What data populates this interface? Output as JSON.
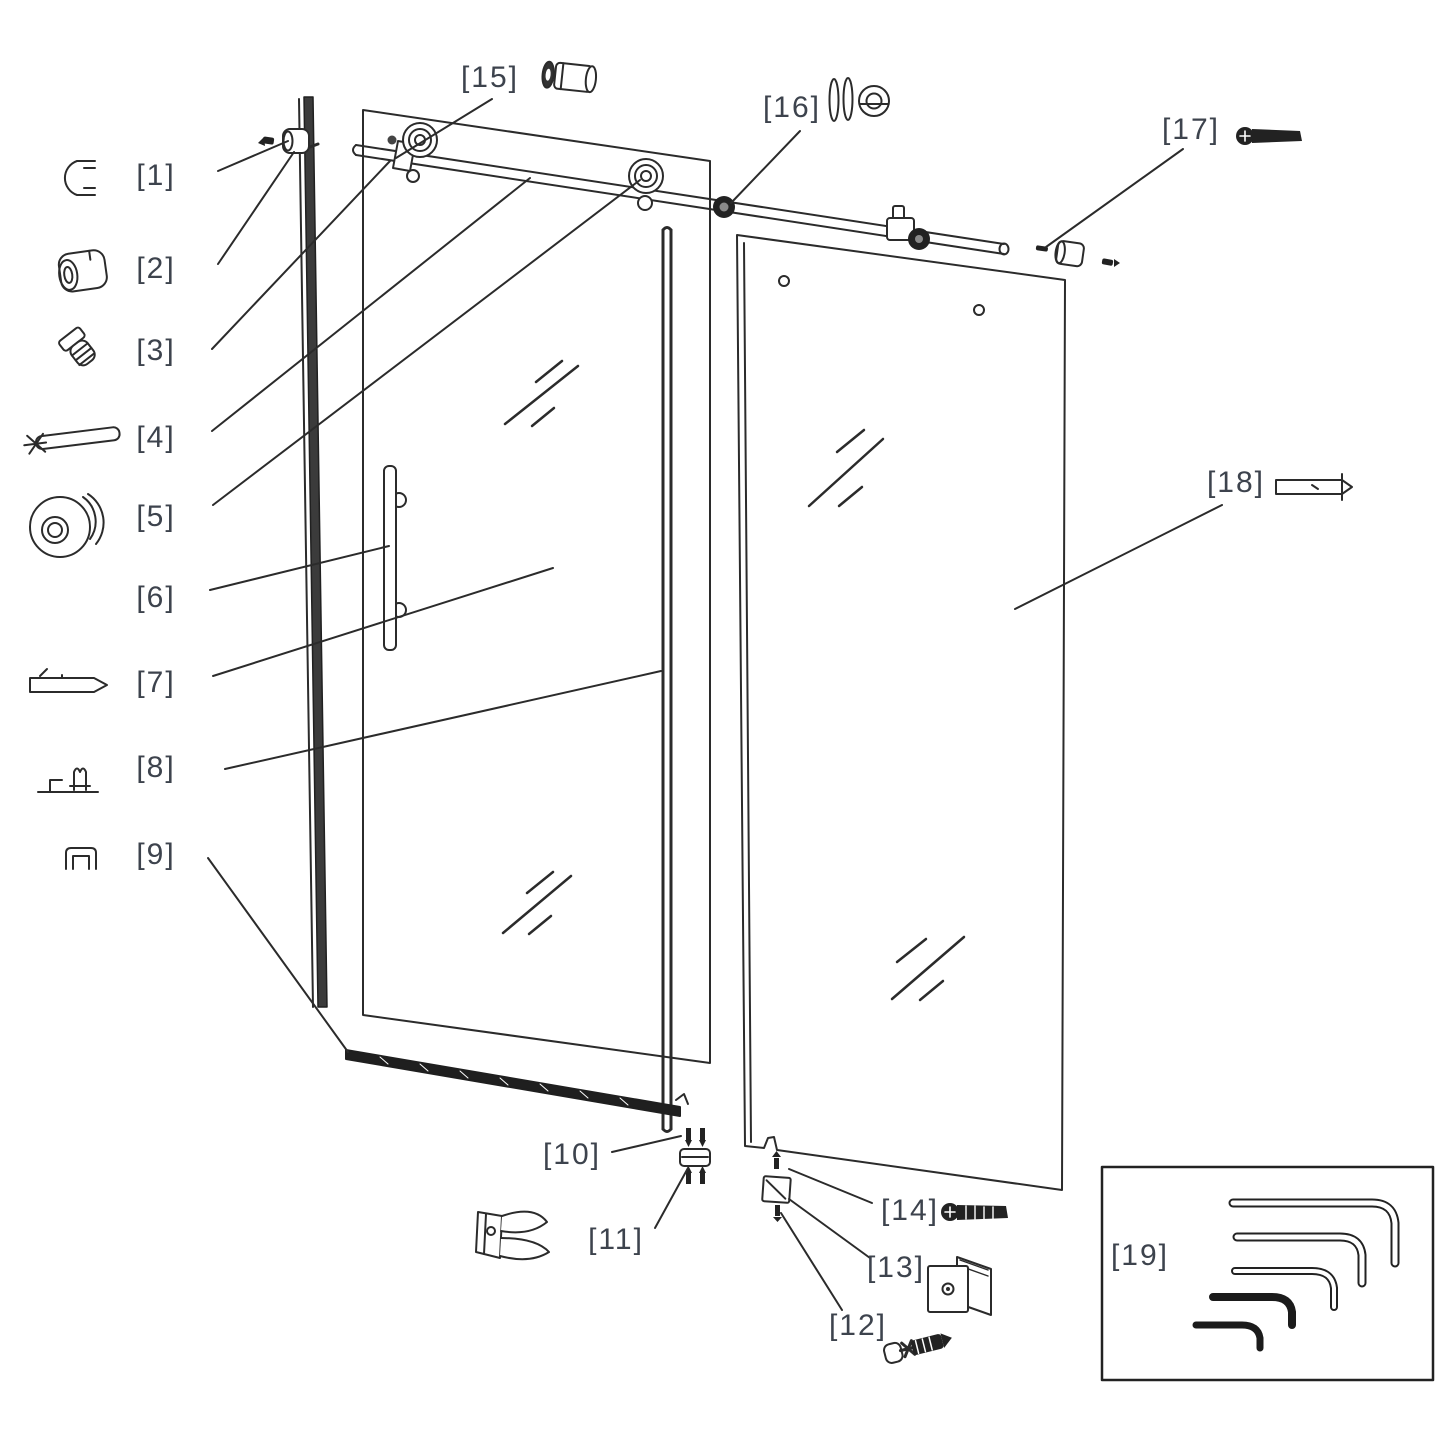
{
  "title": "Sliding shower door exploded parts diagram",
  "colors": {
    "background": "#ffffff",
    "line": "#2b2b2b",
    "label": "#3d434d",
    "hardware_dark": "#1f1f1f"
  },
  "labels": [
    {
      "text": "[1]"
    },
    {
      "text": "[2]"
    },
    {
      "text": "[3]"
    },
    {
      "text": "[4]"
    },
    {
      "text": "[5]"
    },
    {
      "text": "[6]"
    },
    {
      "text": "[7]"
    },
    {
      "text": "[8]"
    },
    {
      "text": "[9]"
    },
    {
      "text": "[10]"
    },
    {
      "text": "[11]"
    },
    {
      "text": "[12]"
    },
    {
      "text": "[13]"
    },
    {
      "text": "[14]"
    },
    {
      "text": "[15]"
    },
    {
      "text": "[16]"
    },
    {
      "text": "[17]"
    },
    {
      "text": "[18]"
    },
    {
      "text": "[19]"
    }
  ],
  "icon_names": {
    "1": "c-clip-icon",
    "2": "sleeve-cylinder-icon",
    "3": "set-screw-icon",
    "4": "rod-pin-icon",
    "5": "roller-wheel-icon",
    "7": "flat-pin-icon",
    "8": "floor-bracket-icon",
    "9": "u-channel-icon",
    "11": "door-guide-fork-icon",
    "12": "wall-anchor-screw-icon",
    "13": "glass-clamp-icon",
    "14": "pan-head-screw-icon",
    "15": "roller-axle-icon",
    "16": "washer-nut-set-icon",
    "17": "mounting-screw-icon",
    "18": "connector-pin-icon",
    "19": "hex-key-set-icon"
  },
  "hex_keys_count": 5
}
